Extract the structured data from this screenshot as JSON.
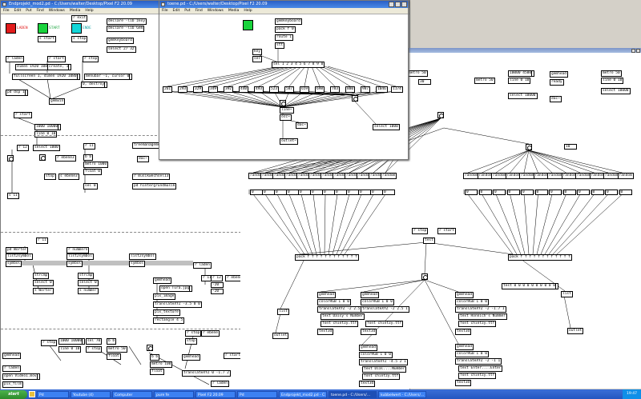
{
  "left_window": {
    "title": "Endprojekt_mod2.pd - C:/Users/walter/Desktop/Pixel F2 20.09",
    "menu": [
      "File",
      "Edit",
      "Put",
      "Find",
      "Windows",
      "Media",
      "Help"
    ],
    "buttons": {
      "laden": "LADEN",
      "start": "START",
      "ende": "ENDE"
    },
    "objects": {
      "r_exit": "r exit",
      "s_start": "s start",
      "s_stop": "s stop",
      "declare1": "declare -lib zexy",
      "declare2": "declare -lib Gem",
      "gemkeyboard": "gemkeyboard",
      "select27": "select 27 32",
      "r_laden": "r laden",
      "r_start": "r start",
      "r_stop": "r stop",
      "dimen": "dimen 1920 1080",
      "create": "create, 1",
      "fullscreen": "fullscreen 1, dimen 1920 1080",
      "menubar": "menubar -1, cursor 0",
      "destroy": "0, destroy",
      "pd_dsp": "pd dsp 1",
      "gemwin": "gemwin",
      "r_start2": "r start",
      "num10000": "1000 10000",
      "line": "line 0 10",
      "r_12": "r 12",
      "select1000": "select 1000",
      "r_ebene3": "r ebene3",
      "r_11": "r 11",
      "b_b": "b b",
      "metro": "metro 1000",
      "float": "float 0",
      "stop": "stop",
      "ebene": "s ebene3",
      "sel": "sel 0",
      "s_11": "s 11",
      "treemanagement": "treemanagement",
      "dac": "dac~",
      "r_musik": "r musikwechsel13",
      "pd_hinter": "pd hintergrundmusik",
      "r_11b": "r 11",
      "pd_woerter": "pd Wörter",
      "list2symbol": "list2symbol",
      "r_nummern": "r nummern",
      "list2symbol2": "list2symbol",
      "symbol": "symbol",
      "symbol2": "symbol",
      "symbol3": "symbol",
      "strcmp": "strcmp",
      "select0": "select 0",
      "s_worter": "s Wörter",
      "strcmp2": "strcmp",
      "select0b": "select 0",
      "s_nummer": "s nummer",
      "r_laden2": "r laden",
      "gemhead": "gemhead",
      "pix_image": "pix_image",
      "open_tura": "open Tura.jpg",
      "translate": "translateXYZ -3.5 0 0",
      "pix_texture": "pix_texture",
      "rectangle": "rectangle 4 5",
      "r_11c": "r 11",
      "r_12b": "r 12",
      "r_ebene3b": "r ebene3",
      "num20": "-20",
      "num20b": "-20",
      "r_stop2": "r stop",
      "num1000": "1000 10000",
      "line2": "line 0 10",
      "sel70": "sel 70",
      "r_stop3": "r stop",
      "b_b2": "b b",
      "metro2": "metro 50",
      "float2": "float",
      "r_ebene3c": "r ebene3",
      "stop2": "stop",
      "gemhead2": "gemhead",
      "r_laden3": "r laden",
      "open_video": "open Video1.mov",
      "sel_0": "sel 0",
      "pix_film": "pix_film",
      "r_stop4": "r stop",
      "r_ebene": "r ebene",
      "stop3": "stop",
      "gemhead3": "gemhead",
      "b_b3": "b b",
      "metro3": "metro 100",
      "float3": "float",
      "r_start3": "r start",
      "translate2": "translateXYZ 0 -1.7 2",
      "r_laden4": "r laden",
      "cube": "cube",
      "sel_10": "sel 10",
      "gemhead4": "gemhead"
    }
  },
  "middle_window": {
    "title": "toene.pd - C:/Users/walter/Desktop/Pixel F2 20.09",
    "menu": [
      "File",
      "Edit",
      "Put",
      "Find",
      "Windows",
      "Media",
      "Help"
    ],
    "objects": {
      "gemkeyboard": "gemkeyboard",
      "pack": "pack f 0",
      "route": "route 1",
      "stt": "stt",
      "key": "key",
      "sel": "sel",
      "rows": [
        "sel",
        "sel 1 2 3 4 5 6 7 8 9 0"
      ],
      "line": "line~",
      "osc": "osc~",
      "dac": "dac~",
      "outlet": "outlet~",
      "select1000": "select 1000",
      "notes": [
        "261",
        "293",
        "329",
        "349",
        "392",
        "440",
        "493",
        "523",
        "587",
        "659",
        "698",
        "783",
        "880",
        "987",
        "1046",
        "1174"
      ]
    }
  },
  "right_window": {
    "objects": {
      "r_stop": "r stop",
      "r_start": "r start",
      "test": "test",
      "metro50": "metro 50",
      "metro50b": "metro 50",
      "line": "line 0 10",
      "num10000": "10000 4500",
      "select10000": "select 10000",
      "select10000b": "select 10000",
      "gemhead": "gemhead",
      "ready": "ready",
      "dac": "dac~",
      "random": "random",
      "pack": "pack f f f f f f f f f f f f",
      "list": "list",
      "outlet": "outlet",
      "text3d": "text3d",
      "colorRGB": "colorRGB 1 0 0",
      "colorRGB2": "colorRGB 1 0 0",
      "translate1": "translateXYZ -2 2.5 1",
      "translate2": "translateXYZ -2 -1.7 1",
      "translate3": "translateXYZ -4.5 2 1",
      "translate4": "translateXYZ -2 -1 1",
      "text_daisy": "text Daisy's Number",
      "text_ronny": "text Rönnich's Nummer",
      "font1": "font chintzy.ttf",
      "font2": "font chintzy.ttf",
      "font3": "font chintzy.ttf",
      "font4": "font chintzy.ttf",
      "text_dial": "text Dial....Number",
      "text_enter": "text Enter....Enter",
      "test_zeros": "test 0 0 0 0 0 0 0 0 0 0",
      "num10": "10",
      "num30": "30",
      "num10b": "10",
      "gemhead2": "gemhead",
      "gemhead3": "gemhead",
      "gemhead4": "gemhead",
      "gemhead5": "gemhead"
    },
    "num_values": [
      "0",
      "0",
      "0",
      "0",
      "0",
      "0",
      "0",
      "0",
      "0",
      "0",
      "0",
      "0"
    ]
  },
  "taskbar": {
    "start": "start",
    "tasks": [
      "Pd",
      "Youtube (4)",
      "Computer",
      "pure fe",
      "Pixel F2 20.09",
      "Pd",
      "Endprojekt_mod2.pd - C:...",
      "toene.pd - C:/Users/...",
      "kubbelwert - C:/Users/..."
    ],
    "clock": "19:47"
  },
  "colors": {
    "red": "#e21b1b",
    "green": "#19d33c",
    "cyan": "#13d6d8",
    "titlebar": "#2a5fc4",
    "taskbar": "#2456c0"
  }
}
